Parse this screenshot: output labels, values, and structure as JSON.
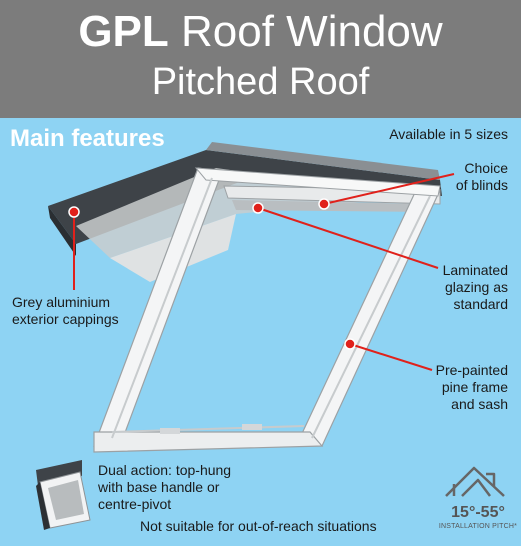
{
  "header": {
    "product_code": "GPL",
    "title_rest": "Roof Window",
    "subtitle": "Pitched Roof"
  },
  "section_title": "Main features",
  "availability": "Available in 5 sizes",
  "callouts": {
    "blinds": [
      "Choice",
      "of blinds"
    ],
    "cappings": [
      "Grey aluminium",
      "exterior cappings"
    ],
    "glazing": [
      "Laminated",
      "glazing as",
      "standard"
    ],
    "frame": [
      "Pre-painted",
      "pine frame",
      "and sash"
    ]
  },
  "dual_action": [
    "Dual action: top-hung",
    "with base handle or",
    "centre-pivot"
  ],
  "disclaimer": "Not suitable for out-of-reach situations",
  "pitch_badge": {
    "range": "15°-55°",
    "caption": "INSTALLATION PITCH*"
  },
  "colors": {
    "background": "#8ed3f3",
    "header": "#7c7c7c",
    "callout_red": "#e0211b",
    "white": "#ffffff"
  },
  "icons": [
    "roof-pitch-icon",
    "window-thumbnail"
  ]
}
